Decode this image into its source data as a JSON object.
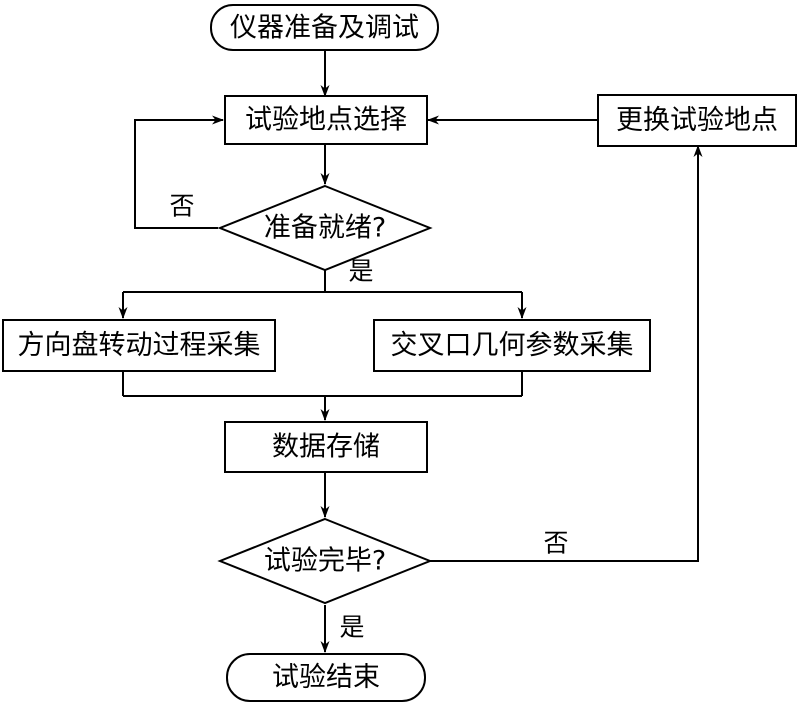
{
  "diagram": {
    "nodes": {
      "start": {
        "label": "仪器准备及调试",
        "shape": "terminal"
      },
      "select_site": {
        "label": "试验地点选择",
        "shape": "process"
      },
      "change_site": {
        "label": "更换试验地点",
        "shape": "process"
      },
      "ready_check": {
        "label": "准备就绪?",
        "shape": "decision"
      },
      "steering_collect": {
        "label": "方向盘转动过程采集",
        "shape": "process"
      },
      "intersection_collect": {
        "label": "交叉口几何参数采集",
        "shape": "process"
      },
      "data_store": {
        "label": "数据存储",
        "shape": "process"
      },
      "test_done_check": {
        "label": "试验完毕?",
        "shape": "decision"
      },
      "end": {
        "label": "试验结束",
        "shape": "terminal"
      }
    },
    "edge_labels": {
      "ready_no": "否",
      "ready_yes": "是",
      "done_no": "否",
      "done_yes": "是"
    }
  }
}
